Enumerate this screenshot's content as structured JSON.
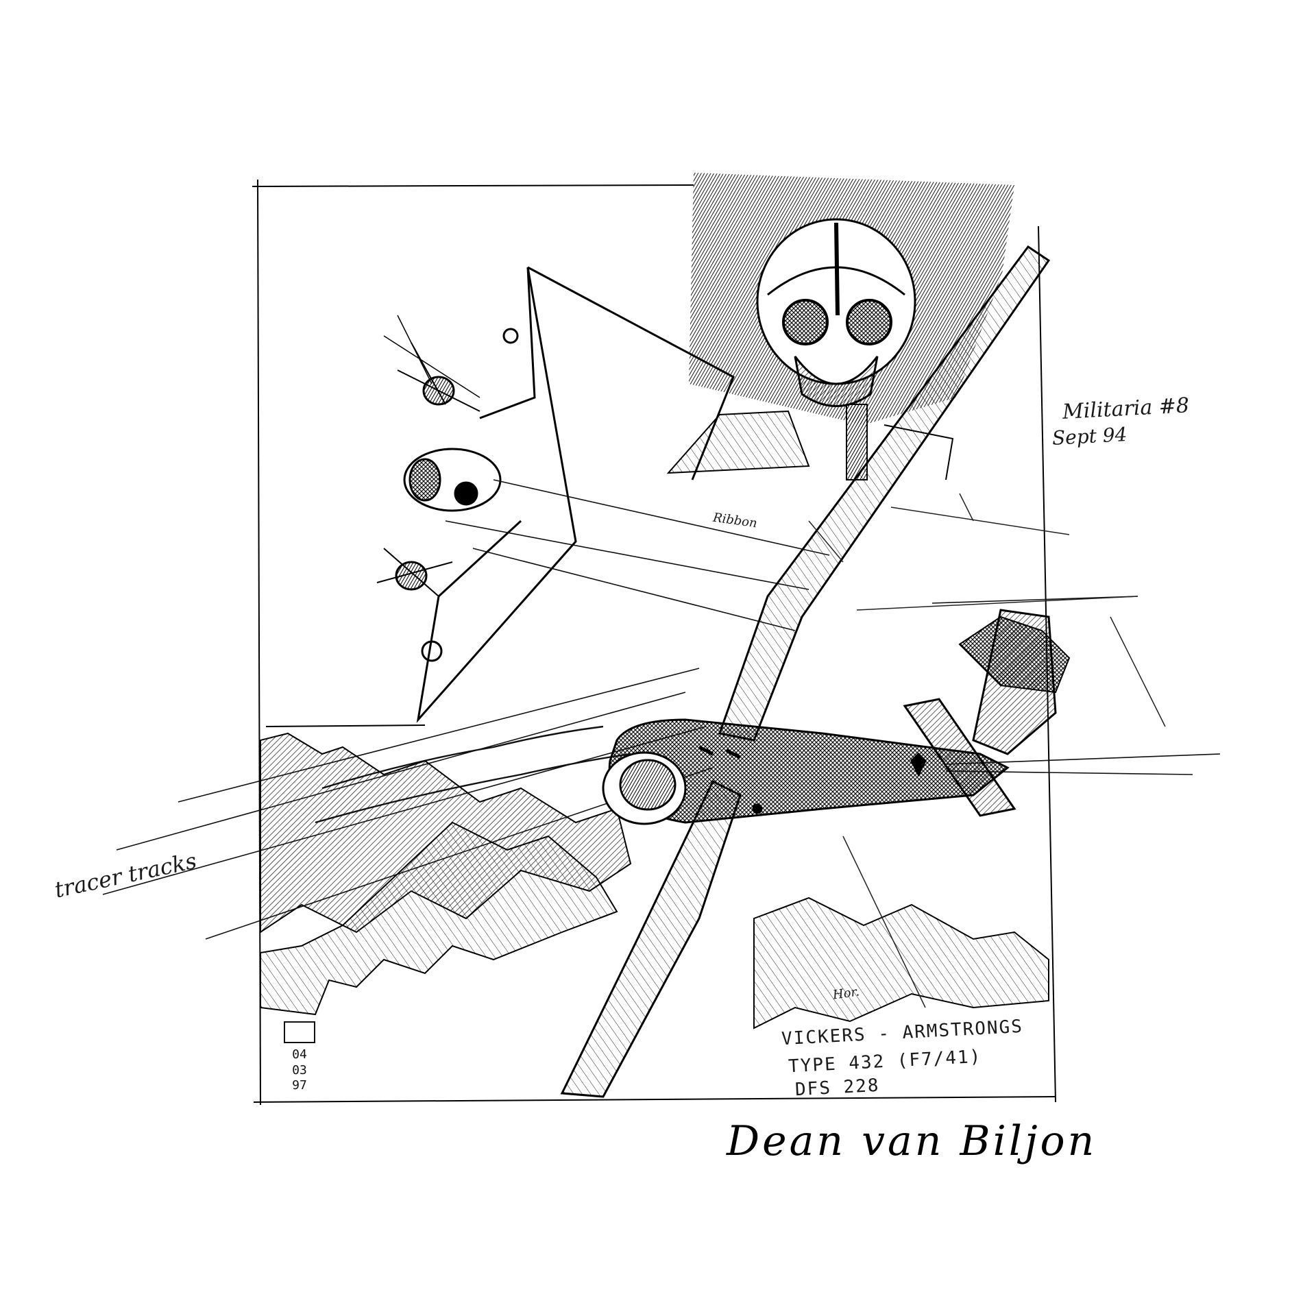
{
  "drawing": {
    "style": "pen-and-ink sketch",
    "ink_color": "#000000",
    "paper_color": "#ffffff"
  },
  "notes": {
    "top_right_line1": "Militaria #8",
    "top_right_line2": "Sept 94",
    "left_margin": "tracer tracks",
    "near_tail": "Ribbon",
    "near_bottom_wing": "Hor."
  },
  "caption": {
    "line1": "VICKERS - ARMSTRONGS",
    "line2": "TYPE 432 (F7/41)",
    "line3": "DFS 228"
  },
  "stamp": {
    "line1": "04",
    "line2": "03",
    "line3": "97"
  },
  "signature": "Dean van Biljon"
}
